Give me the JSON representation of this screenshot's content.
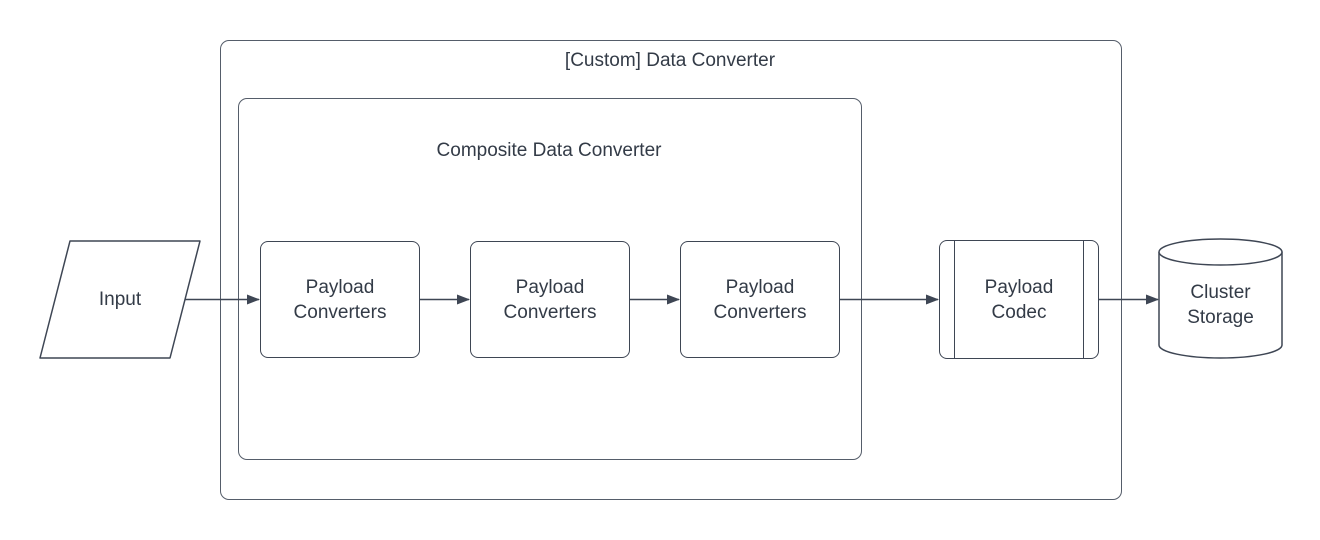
{
  "diagram": {
    "outer_container": {
      "title": "[Custom] Data Converter"
    },
    "inner_container": {
      "title": "Composite Data Converter"
    },
    "nodes": {
      "input": {
        "label": "Input",
        "shape": "parallelogram"
      },
      "payload_converter_1": {
        "label": "Payload Converters",
        "shape": "process"
      },
      "payload_converter_2": {
        "label": "Payload Converters",
        "shape": "process"
      },
      "payload_converter_3": {
        "label": "Payload Converters",
        "shape": "process"
      },
      "payload_codec": {
        "label": "Payload Codec",
        "shape": "predefined-process"
      },
      "cluster_storage": {
        "label": "Cluster Storage",
        "shape": "cylinder"
      }
    },
    "flow": [
      "input",
      "payload_converter_1",
      "payload_converter_2",
      "payload_converter_3",
      "payload_codec",
      "cluster_storage"
    ],
    "colors": {
      "node_stroke": "#3e4654",
      "container_stroke": "#555d6a",
      "text": "#333b47",
      "background": "#ffffff"
    }
  }
}
